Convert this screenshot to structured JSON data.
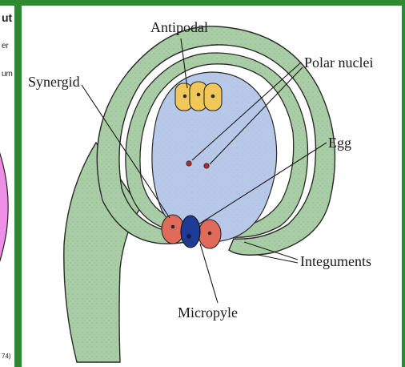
{
  "left_panel": {
    "snippets": [
      "ut",
      "er",
      "um",
      "74)"
    ]
  },
  "diagram": {
    "labels": {
      "antipodal": "Antipodal",
      "polar_nuclei": "Polar nuclei",
      "synergid": "Synergid",
      "egg": "Egg",
      "integuments": "Integuments",
      "micropyle": "Micropyle"
    }
  },
  "colors": {
    "frame_green": "#2e8a2e",
    "integument_green": "#a9cda4",
    "embryo_sac_blue": "#b7c8e8",
    "antipodal_yellow": "#f1c75a",
    "synergid_red": "#e16b5a",
    "egg_blue": "#1e3c96",
    "cropped_pink": "#ee8fe6"
  }
}
